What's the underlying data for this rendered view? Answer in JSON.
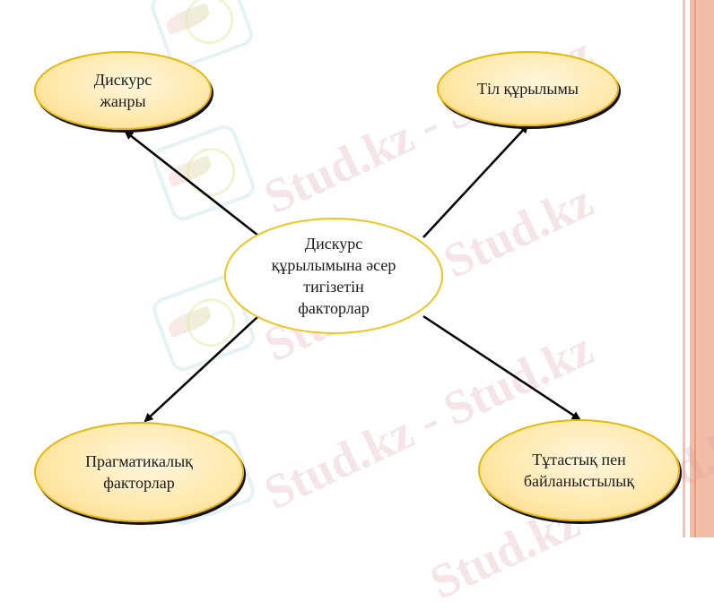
{
  "diagram": {
    "center": {
      "lines": [
        "Дискурс",
        "құрылымына әсер",
        "тигізетін",
        "факторлар"
      ]
    },
    "nodes": [
      {
        "id": "top-left",
        "lines": [
          "Дискурс",
          "жанры"
        ]
      },
      {
        "id": "top-right",
        "lines": [
          "Тіл құрылымы"
        ]
      },
      {
        "id": "bottom-left",
        "lines": [
          "Прагматикалық",
          "факторлар"
        ]
      },
      {
        "id": "bottom-right",
        "lines": [
          "Тұтастық пен",
          "байланыстылық"
        ]
      }
    ],
    "edges": [
      {
        "from": "center",
        "to": "top-left"
      },
      {
        "from": "center",
        "to": "top-right"
      },
      {
        "from": "center",
        "to": "bottom-left"
      },
      {
        "from": "center",
        "to": "bottom-right"
      }
    ]
  },
  "watermark": {
    "text": "Stud.kz - Stud.kz"
  },
  "colors": {
    "node_fill": "#ffe9ad",
    "node_border": "#e8b800",
    "center_border": "#f0c419",
    "arrow": "#000000",
    "right_band": "#f2b9a0"
  }
}
